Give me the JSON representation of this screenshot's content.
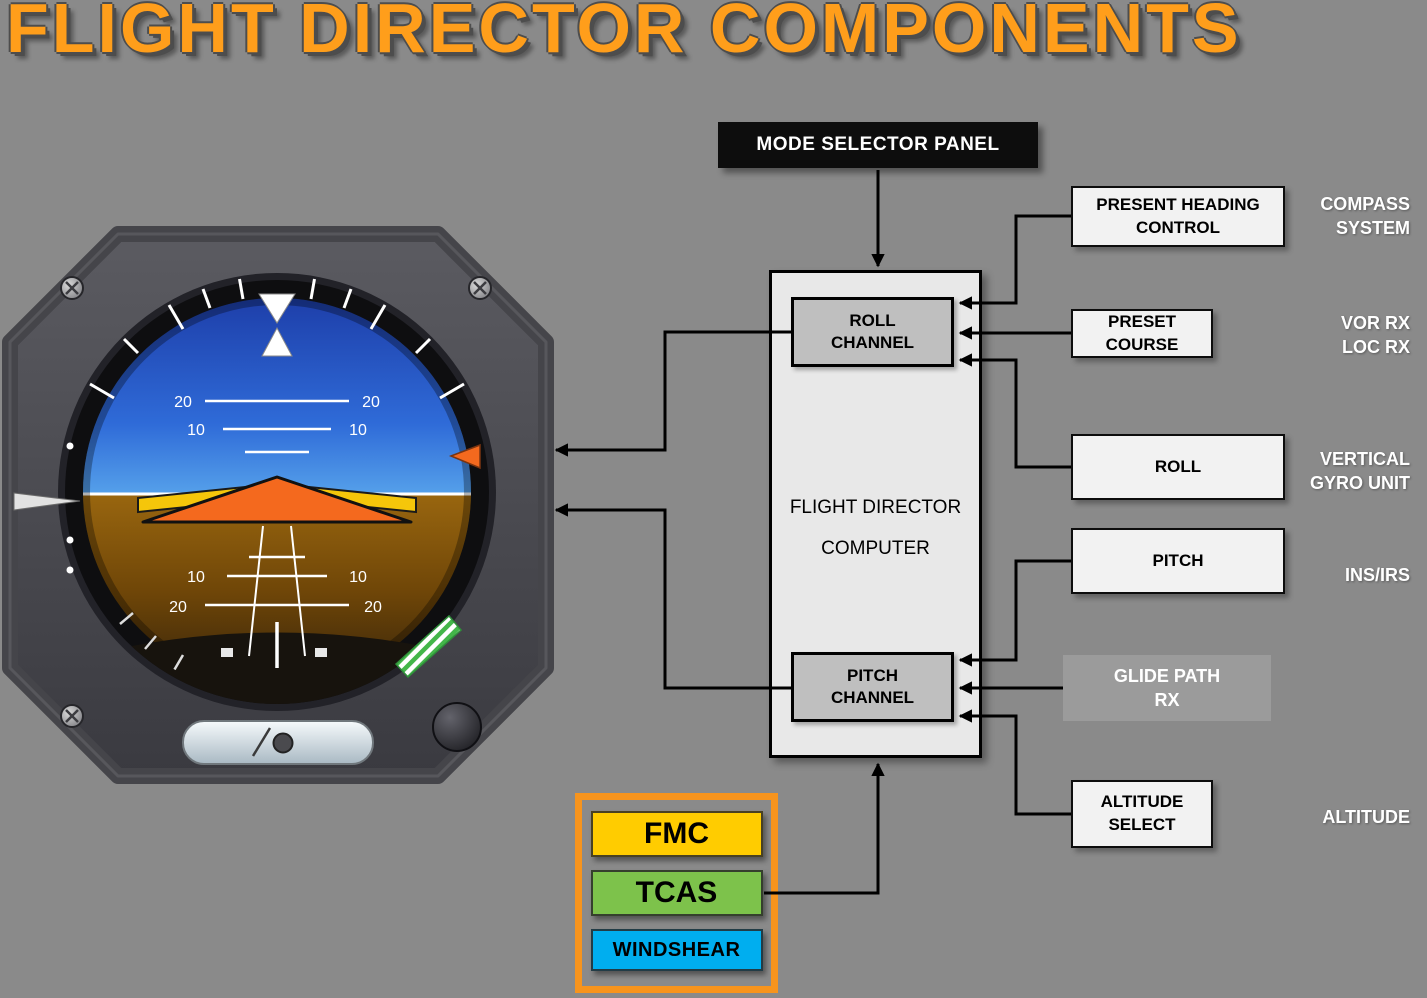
{
  "title": "FLIGHT DIRECTOR COMPONENTS",
  "colors": {
    "background": "#8A8A8A",
    "title_orange": "#FF9E1B",
    "frame_orange": "#F7941D",
    "fmc_yellow": "#FFCC00",
    "tcas_green": "#7DC24B",
    "windshear_blue": "#00AEEF",
    "sky_blue": "#2F6BD8",
    "ground_brown": "#6F4608",
    "aircraft_orange": "#F4691E"
  },
  "mode_selector_panel": {
    "label": "MODE SELECTOR PANEL"
  },
  "computer": {
    "line1": "FLIGHT DIRECTOR",
    "line2": "COMPUTER",
    "roll_channel": {
      "line1": "ROLL",
      "line2": "CHANNEL"
    },
    "pitch_channel": {
      "line1": "PITCH",
      "line2": "CHANNEL"
    }
  },
  "input_boxes": {
    "present_heading": {
      "line1": "PRESENT HEADING",
      "line2": "CONTROL"
    },
    "preset_course": {
      "line1": "PRESET",
      "line2": "COURSE"
    },
    "roll": {
      "label": "ROLL"
    },
    "pitch": {
      "label": "PITCH"
    },
    "glide_path": {
      "line1": "GLIDE PATH",
      "line2": "RX"
    },
    "altitude_select": {
      "line1": "ALTITUDE",
      "line2": "SELECT"
    }
  },
  "source_labels": {
    "compass": {
      "line1": "COMPASS",
      "line2": "SYSTEM"
    },
    "vor_loc": {
      "line1": "VOR RX",
      "line2": "LOC RX"
    },
    "vertical_gyro": {
      "line1": "VERTICAL",
      "line2": "GYRO UNIT"
    },
    "ins_irs": {
      "label": "INS/IRS"
    },
    "altitude": {
      "label": "ALTITUDE"
    }
  },
  "sensors": {
    "fmc": "FMC",
    "tcas": "TCAS",
    "windshear": "WINDSHEAR"
  },
  "adi": {
    "p20": "20",
    "p10": "10"
  }
}
